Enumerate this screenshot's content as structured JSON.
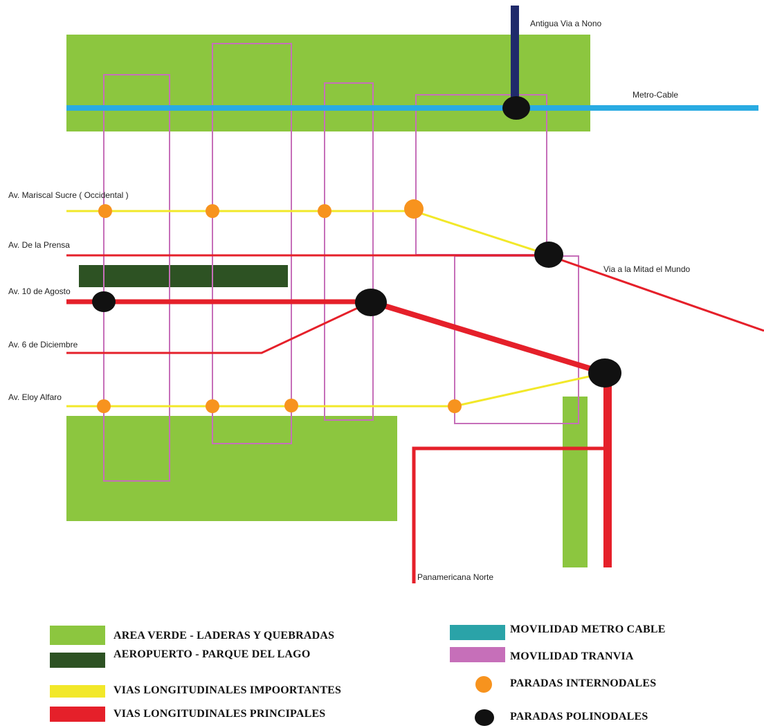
{
  "colors": {
    "green_area": "#8cc63f",
    "airport": "#2d5223",
    "metro_cable": "#29abe2",
    "metro_cable_legend": "#2aa3a8",
    "tram": "#c66fb9",
    "yellow_road": "#f2e829",
    "red_road": "#e5202a",
    "orange_stop": "#f7931e",
    "black_stop": "#111111",
    "nono_road": "#1f2a6b"
  },
  "map_labels": {
    "antigua_via_nono": "Antigua Via a Nono",
    "metro_cable": "Metro-Cable",
    "av_mariscal_sucre": "Av. Mariscal Sucre ( Occidental )",
    "av_de_la_prensa": "Av. De la Prensa",
    "via_mitad_mundo": "Via a la Mitad el Mundo",
    "av_10_agosto": "Av. 10 de Agosto",
    "av_6_diciembre": "Av. 6 de Diciembre",
    "av_eloy_alfaro": "Av. Eloy Alfaro",
    "panamericana_norte": "Panamericana Norte"
  },
  "legend": {
    "area_verde": "AREA VERDE - LADERAS Y QUEBRADAS",
    "aeropuerto": "AEROPUERTO - PARQUE DEL LAGO",
    "vias_importantes": "VIAS LONGITUDINALES IMPOORTANTES",
    "vias_principales": "VIAS LONGITUDINALES PRINCIPALES",
    "metro_cable": "MOVILIDAD METRO CABLE",
    "tranvia": "MOVILIDAD TRANVIA",
    "paradas_internodales": "PARADAS INTERNODALES",
    "paradas_polinodales": "PARADAS POLINODALES"
  }
}
